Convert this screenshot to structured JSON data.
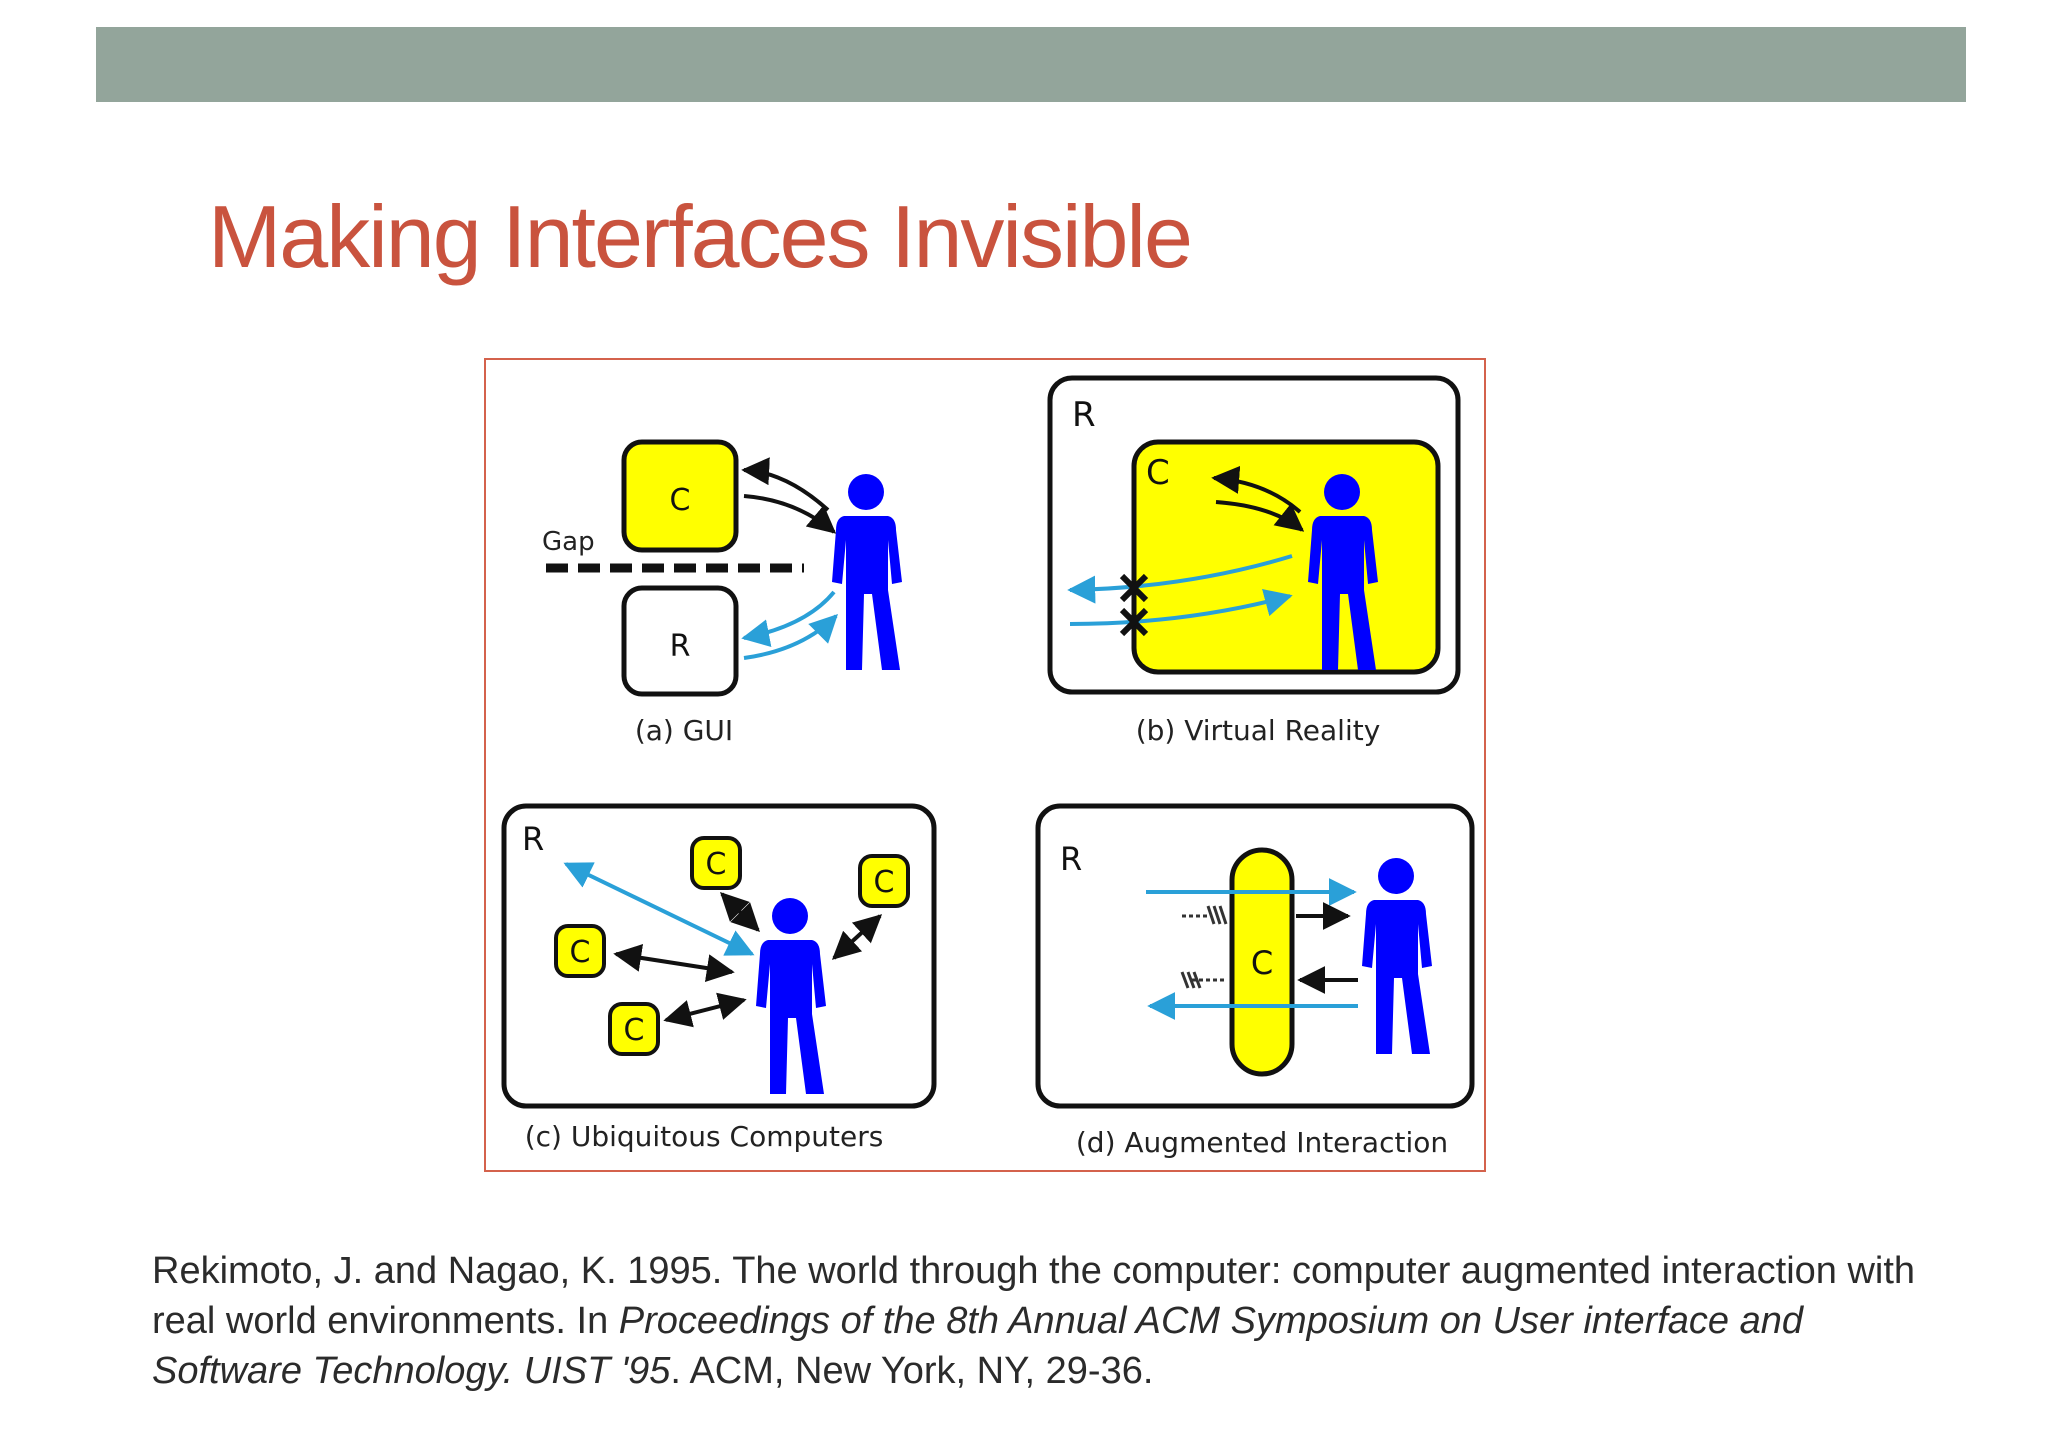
{
  "slide": {
    "title": "Making Interfaces Invisible",
    "header_bar_color": "#93a59b",
    "title_color": "#c9533e",
    "frame_color": "#d4624c"
  },
  "diagram": {
    "panels": [
      {
        "caption": "(a) GUI",
        "computer_label": "C",
        "real_world_label": "R",
        "gap_label": "Gap"
      },
      {
        "caption": "(b) Virtual Reality",
        "real_world_label": "R",
        "computer_label": "C"
      },
      {
        "caption": "(c) Ubiquitous Computers",
        "real_world_label": "R",
        "computer_label": "C"
      },
      {
        "caption": "(d) Augmented Interaction",
        "real_world_label": "R",
        "computer_label": "C"
      }
    ],
    "colors": {
      "computer": "#ffff00",
      "person": "#0000ff",
      "real_world_arrow": "#2aa0d8",
      "computer_arrow": "#111111"
    }
  },
  "citation": {
    "part1": "Rekimoto, J. and Nagao, K. 1995. The world through the computer: computer augmented interaction with real world environments. In ",
    "venue": "Proceedings of the 8th Annual ACM Symposium on User interface and Software Technology. UIST '95",
    "part2": ". ACM, New York, NY, 29-36."
  }
}
